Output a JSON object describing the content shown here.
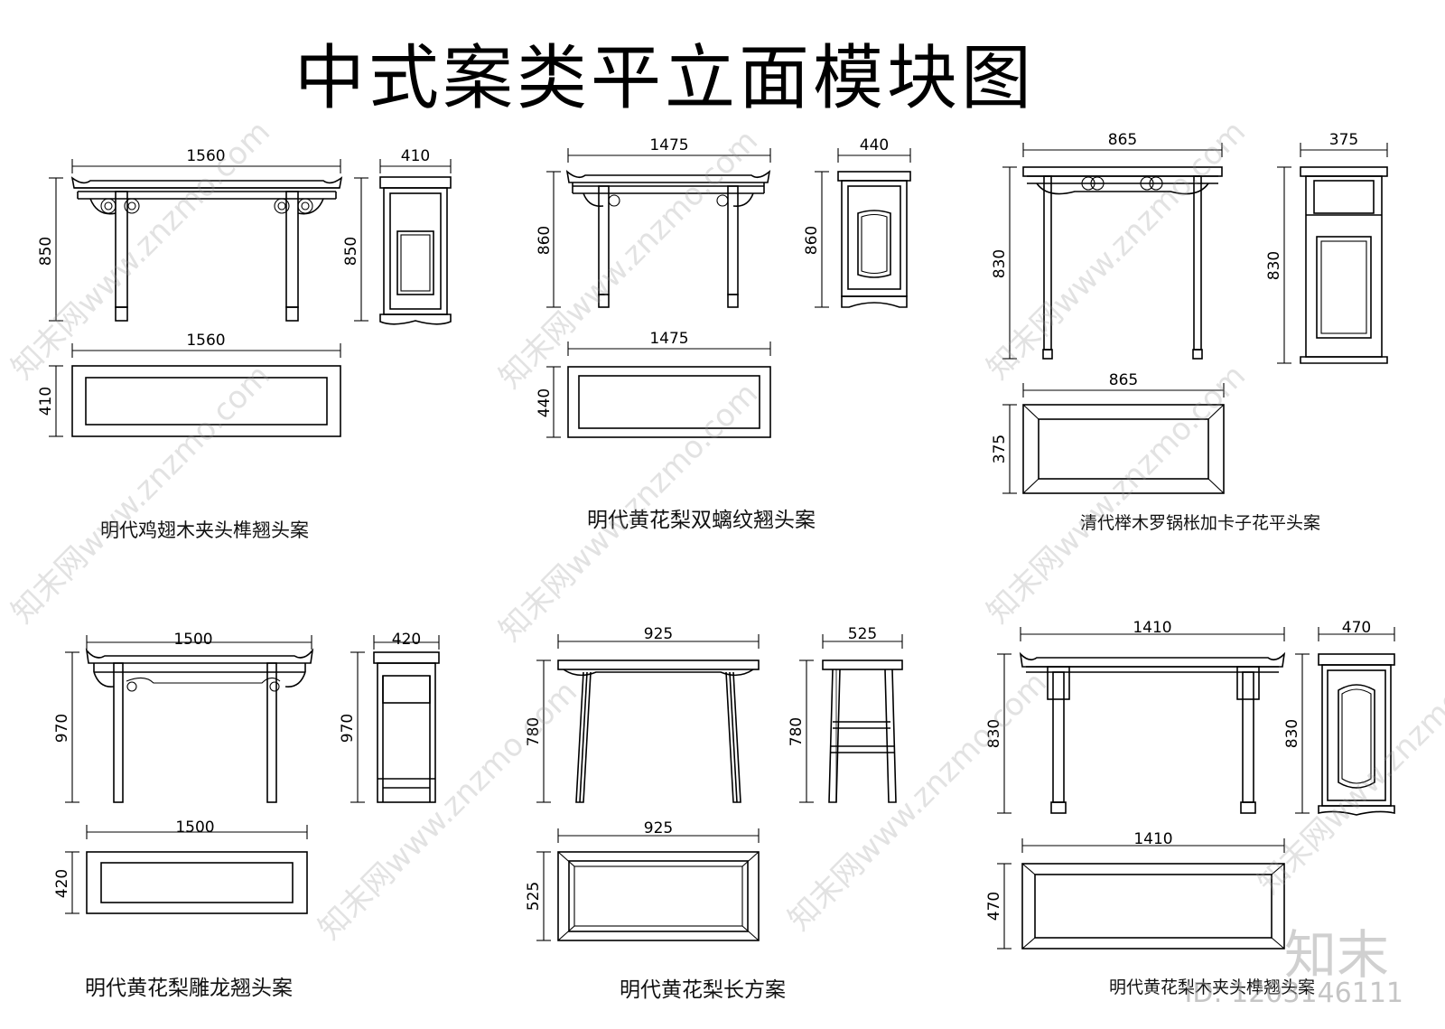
{
  "title": "中式案类平立面模块图",
  "modules": [
    {
      "caption": "明代鸡翅木夹头榫翘头案",
      "front_width": "1560",
      "front_height": "850",
      "side_width": "410",
      "side_height": "850",
      "plan_width": "1560",
      "plan_depth": "410"
    },
    {
      "caption": "明代黄花梨双螭纹翘头案",
      "front_width": "1475",
      "front_height": "860",
      "side_width": "440",
      "side_height": "860",
      "plan_width": "1475",
      "plan_depth": "440"
    },
    {
      "caption": "清代榉木罗锅枨加卡子花平头案",
      "front_width": "865",
      "front_height": "830",
      "side_width": "375",
      "side_height": "830",
      "plan_width": "865",
      "plan_depth": "375"
    },
    {
      "caption": "明代黄花梨雕龙翘头案",
      "front_width": "1500",
      "front_height": "970",
      "side_width": "420",
      "side_height": "970",
      "plan_width": "1500",
      "plan_depth": "420"
    },
    {
      "caption": "明代黄花梨长方案",
      "front_width": "925",
      "front_height": "780",
      "side_width": "525",
      "side_height": "780",
      "plan_width": "925",
      "plan_depth": "525"
    },
    {
      "caption": "明代黄花梨木夹头榫翘头案",
      "front_width": "1410",
      "front_height": "830",
      "side_width": "470",
      "side_height": "830",
      "plan_width": "1410",
      "plan_depth": "470"
    }
  ],
  "watermark": "知末网www.znzmo.com",
  "logo": "知末",
  "image_id": "ID: 1203146111"
}
